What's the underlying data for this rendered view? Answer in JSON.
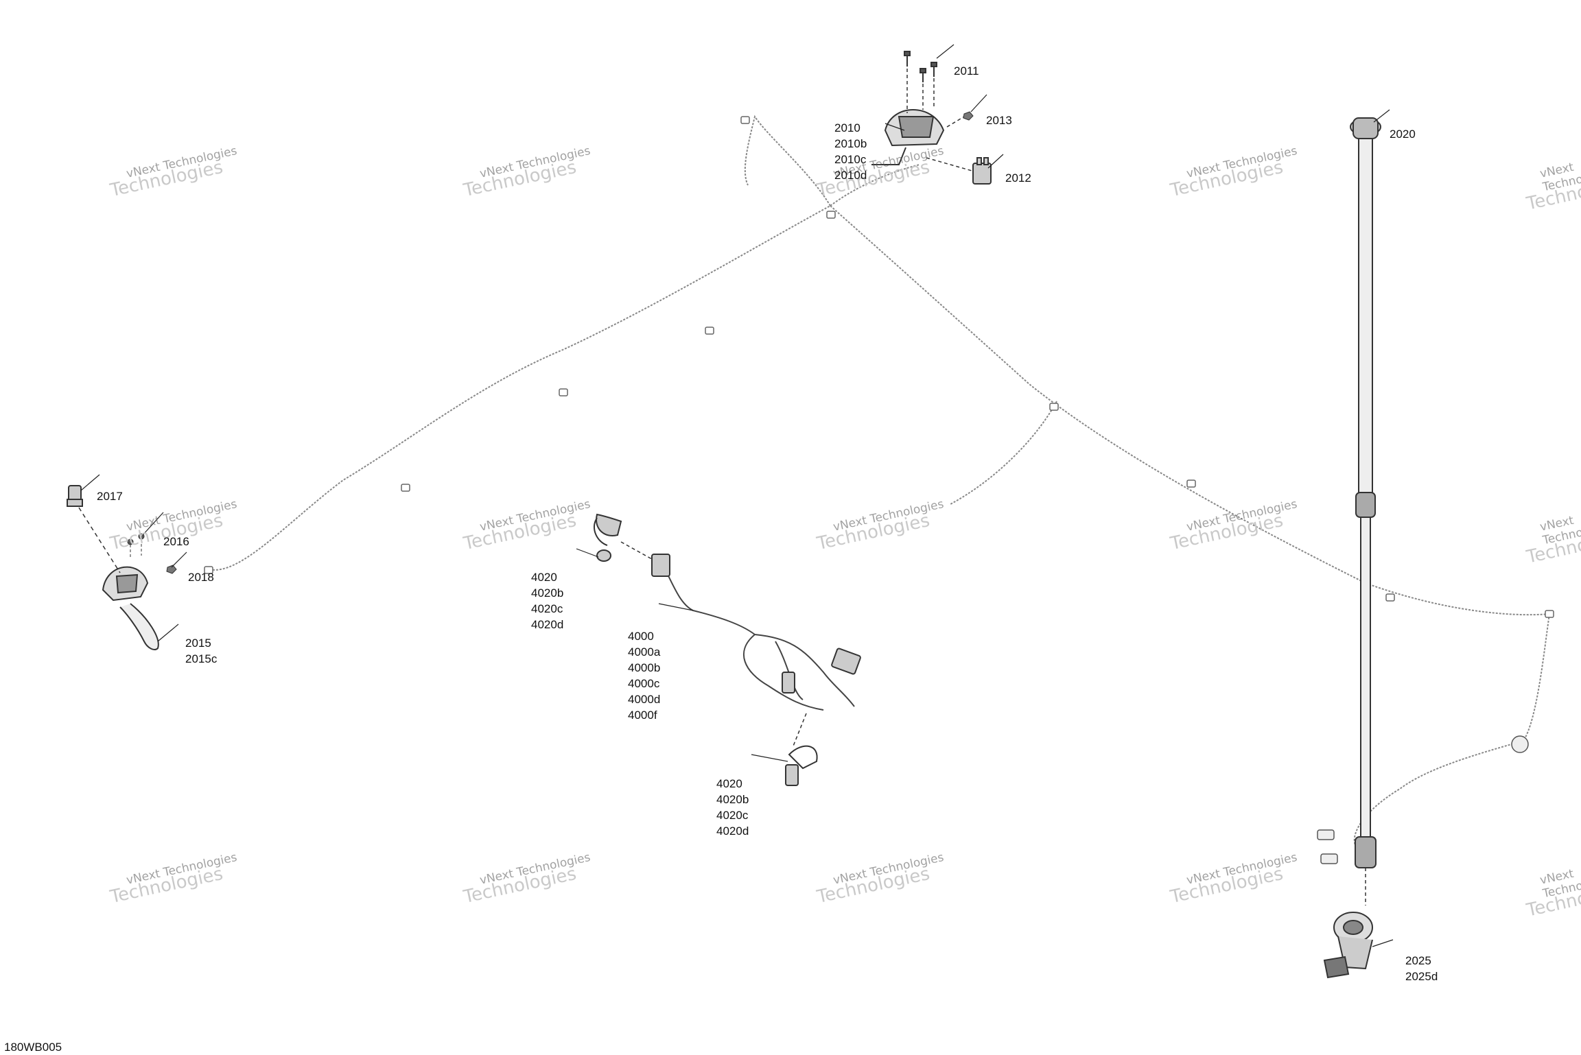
{
  "drawing_code": "180WB005",
  "watermark": {
    "line1": "vNext Technologies",
    "line2": "Technologies",
    "overlay": "vNext"
  },
  "callouts": {
    "c2011": [
      "2011"
    ],
    "c2013": [
      "2013"
    ],
    "c2010": [
      "2010",
      "2010b",
      "2010c",
      "2010d"
    ],
    "c2012": [
      "2012"
    ],
    "c2020": [
      "2020"
    ],
    "c2017": [
      "2017"
    ],
    "c2016": [
      "2016"
    ],
    "c2018": [
      "2018"
    ],
    "c2015": [
      "2015",
      "2015c"
    ],
    "c4020a": [
      "4020",
      "4020b",
      "4020c",
      "4020d"
    ],
    "c4000": [
      "4000",
      "4000a",
      "4000b",
      "4000c",
      "4000d",
      "4000f"
    ],
    "c4020b": [
      "4020",
      "4020b",
      "4020c",
      "4020d"
    ],
    "c2025": [
      "2025",
      "2025d"
    ]
  }
}
